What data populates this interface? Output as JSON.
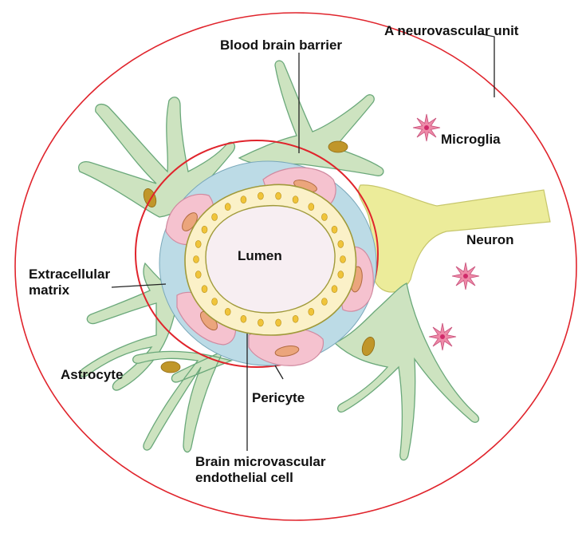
{
  "labels": {
    "neurovascular_unit": "A neurovascular unit",
    "blood_brain_barrier": "Blood brain barrier",
    "microglia": "Microglia",
    "neuron": "Neuron",
    "lumen": "Lumen",
    "extracellular_line1": "Extracellular",
    "extracellular_line2": "matrix",
    "astrocyte": "Astrocyte",
    "pericyte": "Pericyte",
    "endothelial_line1": "Brain microvascular",
    "endothelial_line2": "endothelial cell"
  },
  "colors": {
    "outline_red": "#e0242c",
    "astrocyte_fill": "#cde3c0",
    "astrocyte_stroke": "#6aa87a",
    "astrocyte_nucleus": "#c0962a",
    "neuron_fill": "#ecec9a",
    "ecm_fill": "#bcdbe6",
    "pericyte_fill": "#f5c2cf",
    "pericyte_nucleus": "#eba57c",
    "endothelial_fill": "#fbf1c8",
    "endothelial_nucleus": "#f0c43a",
    "lumen_fill": "#f7eef2",
    "microglia_fill": "#ee8aa8"
  }
}
